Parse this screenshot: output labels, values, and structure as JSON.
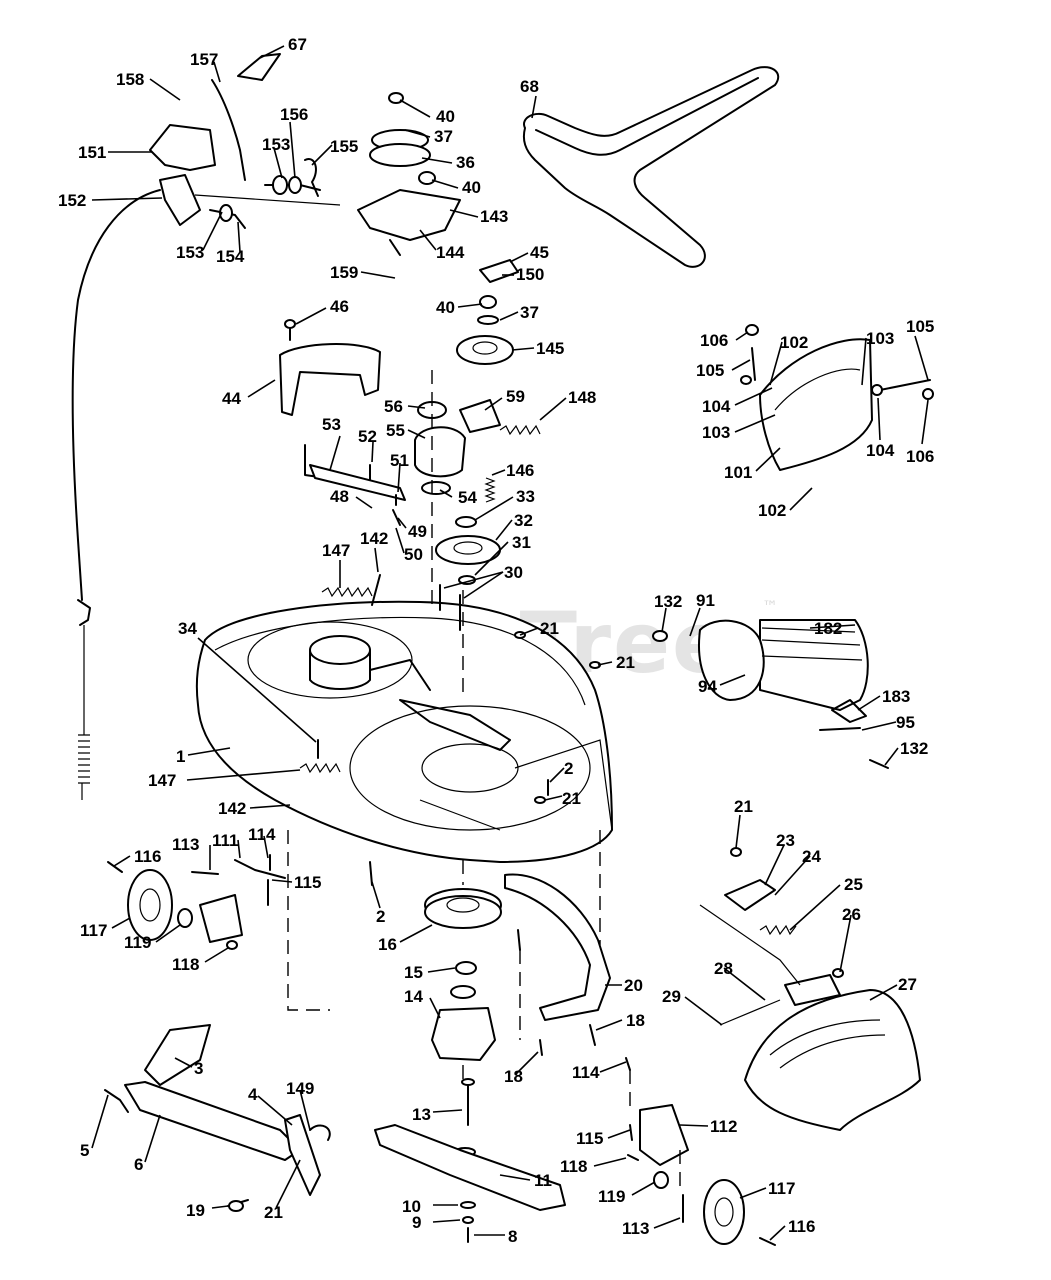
{
  "watermark": {
    "brand": "PartsTree",
    "trademark": "™"
  },
  "callouts": [
    "67",
    "157",
    "158",
    "151",
    "156",
    "153",
    "155",
    "152",
    "153",
    "154",
    "40",
    "37",
    "36",
    "40",
    "143",
    "144",
    "68",
    "159",
    "45",
    "150",
    "40",
    "37",
    "145",
    "46",
    "44",
    "106",
    "102",
    "103",
    "105",
    "105",
    "104",
    "103",
    "104",
    "106",
    "101",
    "102",
    "56",
    "59",
    "148",
    "55",
    "52",
    "53",
    "51",
    "146",
    "48",
    "54",
    "33",
    "49",
    "50",
    "32",
    "147",
    "142",
    "31",
    "30",
    "34",
    "132",
    "91",
    "21",
    "182",
    "21",
    "94",
    "183",
    "95",
    "132",
    "1",
    "147",
    "2",
    "142",
    "21",
    "116",
    "113",
    "111",
    "114",
    "115",
    "21",
    "23",
    "24",
    "25",
    "117",
    "119",
    "118",
    "2",
    "16",
    "26",
    "28",
    "27",
    "29",
    "15",
    "20",
    "14",
    "18",
    "18",
    "114",
    "3",
    "149",
    "4",
    "13",
    "112",
    "115",
    "5",
    "6",
    "11",
    "118",
    "119",
    "117",
    "19",
    "21",
    "10",
    "113",
    "116",
    "9",
    "8"
  ]
}
